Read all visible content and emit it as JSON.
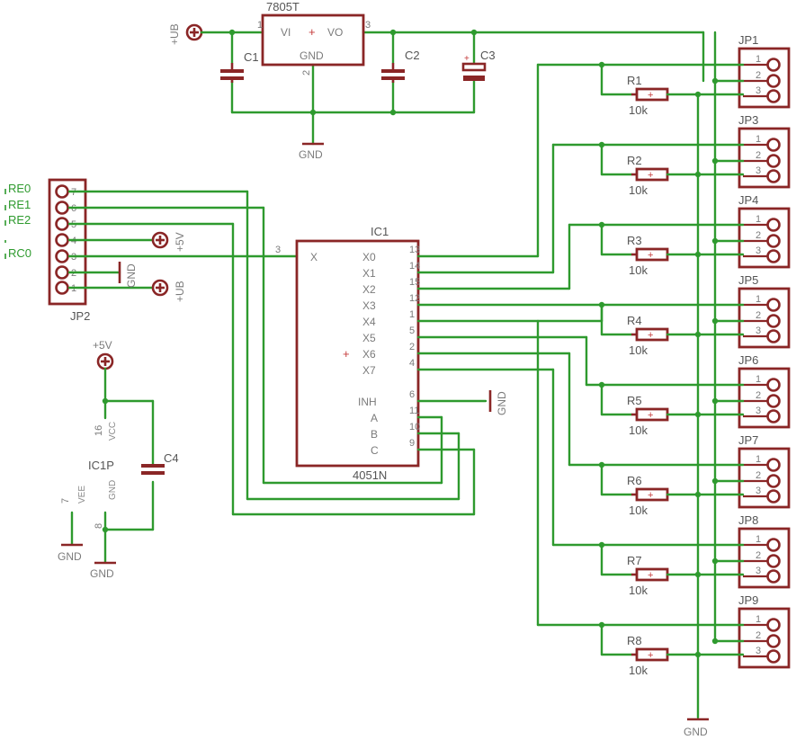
{
  "regulator": {
    "name": "7805T",
    "vi": "VI",
    "vo": "VO",
    "gnd": "GND",
    "pin1": "1",
    "pin2": "2",
    "pin3": "3"
  },
  "power": {
    "ub": "+UB",
    "v5": "+5V",
    "gnd": "GND"
  },
  "caps": {
    "c1": "C1",
    "c2": "C2",
    "c3": "C3",
    "c4": "C4"
  },
  "jp2": {
    "name": "JP2",
    "pins": [
      "7",
      "6",
      "5",
      "4",
      "3",
      "2",
      "1"
    ],
    "nets": [
      "RE0",
      "RE1",
      "RE2",
      "RC0"
    ],
    "gnd": "GND",
    "v5": "+5V",
    "ub": "+UB"
  },
  "ic1": {
    "name": "IC1",
    "part": "4051N",
    "x": "X",
    "x_pin": "3",
    "rows": [
      {
        "sig": "X0",
        "pin": "13"
      },
      {
        "sig": "X1",
        "pin": "14"
      },
      {
        "sig": "X2",
        "pin": "15"
      },
      {
        "sig": "X3",
        "pin": "12"
      },
      {
        "sig": "X4",
        "pin": "1"
      },
      {
        "sig": "X5",
        "pin": "5"
      },
      {
        "sig": "X6",
        "pin": "2"
      },
      {
        "sig": "X7",
        "pin": "4"
      }
    ],
    "inh": "INH",
    "inh_pin": "6",
    "a": "A",
    "a_pin": "11",
    "b": "B",
    "b_pin": "10",
    "c": "C",
    "c_pin": "9",
    "gnd": "GND"
  },
  "ic1p": {
    "name": "IC1P",
    "vcc": "VCC",
    "gnd": "GND",
    "vee": "VEE",
    "pin16": "16",
    "pin8": "8",
    "pin7": "7",
    "v5": "+5V",
    "gnd_lbl": "GND",
    "gnd2": "GND"
  },
  "headers": [
    {
      "name": "JP1",
      "r": "R1",
      "val": "10k"
    },
    {
      "name": "JP3",
      "r": "R2",
      "val": "10k"
    },
    {
      "name": "JP4",
      "r": "R3",
      "val": "10k"
    },
    {
      "name": "JP5",
      "r": "R4",
      "val": "10k"
    },
    {
      "name": "JP6",
      "r": "R5",
      "val": "10k"
    },
    {
      "name": "JP7",
      "r": "R6",
      "val": "10k"
    },
    {
      "name": "JP8",
      "r": "R7",
      "val": "10k"
    },
    {
      "name": "JP9",
      "r": "R8",
      "val": "10k"
    }
  ],
  "header_pins": [
    "1",
    "2",
    "3"
  ],
  "gnd_bottom": "GND"
}
